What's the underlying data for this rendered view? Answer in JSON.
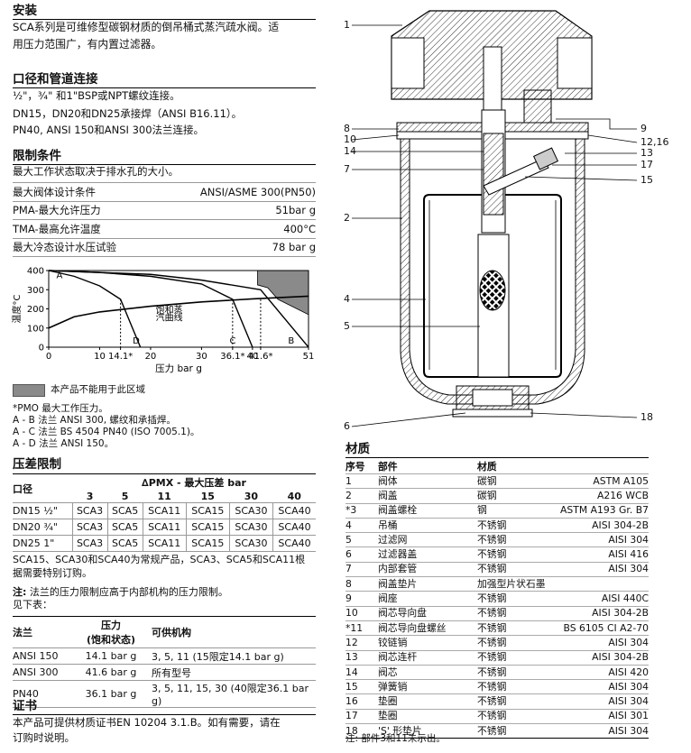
{
  "install": {
    "title": "安装",
    "line1": "SCA系列是可维修型碳钢材质的倒吊桶式蒸汽疏水阀。适",
    "line2": "用压力范围广，有内置过滤器。"
  },
  "connections": {
    "title": "口径和管道连接",
    "line1": "½\"，¾\" 和1\"BSP或NPT螺纹连接。",
    "line2": "DN15，DN20和DN25承接焊（ANSI B16.11）。",
    "line3": "PN40, ANSI 150和ANSI 300法兰连接。"
  },
  "limits": {
    "title": "限制条件",
    "subtitle": "最大工作状态取决于排水孔的大小。",
    "rows": [
      {
        "label": "最大阀体设计条件",
        "value": "ANSI/ASME 300(PN50)"
      },
      {
        "label": "PMA-最大允许压力",
        "value": "51bar g"
      },
      {
        "label": "TMA-最高允许温度",
        "value": "400°C"
      },
      {
        "label": "最大冷态设计水压试验",
        "value": "78 bar g"
      }
    ]
  },
  "chart_data": {
    "type": "line",
    "ylabel": "温度°C",
    "xlabel": "压力 bar g",
    "ylim": [
      0,
      400
    ],
    "xlim": [
      0,
      51
    ],
    "y_ticks": [
      "400",
      "300",
      "200",
      "100",
      "0"
    ],
    "x_ticks": [
      "0",
      "10",
      "14.1*",
      "20",
      "30",
      "36.1*",
      "40",
      "41.6*",
      "51"
    ],
    "region_letters": [
      "A",
      "B",
      "C",
      "D"
    ],
    "curve_label_1": "饱和蒸",
    "curve_label_2": "汽曲线",
    "series": [
      {
        "name": "饱和蒸汽曲线",
        "x": [
          0,
          5,
          10,
          20,
          30,
          40,
          51
        ],
        "y": [
          100,
          159,
          184,
          214,
          236,
          252,
          266
        ]
      }
    ],
    "limit_lines": {
      "A-D": {
        "x": [
          0,
          5,
          10,
          14.1,
          18
        ],
        "y": [
          400,
          370,
          320,
          250,
          0
        ]
      },
      "A-C": {
        "x": [
          0,
          10,
          20,
          30,
          36.1,
          40
        ],
        "y": [
          400,
          390,
          370,
          330,
          250,
          0
        ]
      },
      "A-B": {
        "x": [
          0,
          10,
          20,
          30,
          41.6,
          51
        ],
        "y": [
          400,
          390,
          380,
          350,
          300,
          0
        ]
      }
    },
    "grey_region_points": {
      "x": [
        41,
        43,
        45,
        51,
        51
      ],
      "y": [
        325,
        310,
        250,
        170,
        400
      ]
    }
  },
  "legend": {
    "grey_text": "本产品不能用于此区域"
  },
  "notes": {
    "pmo": "*PMO  最大工作压力。",
    "ab": "A - B   法兰 ANSI 300, 螺纹和承插焊。",
    "ac": "A - C   法兰 BS 4504 PN40 (ISO 7005.1)。",
    "ad": "A - D   法兰 ANSI 150。"
  },
  "pressure_diff": {
    "title": "压差限制",
    "header_group": "∆PMX - 最大压差 bar",
    "size_header": "口径",
    "columns": [
      "3",
      "5",
      "11",
      "15",
      "30",
      "40"
    ],
    "rows": [
      {
        "size": "DN15  ½\"",
        "cells": [
          "SCA3",
          "SCA5",
          "SCA11",
          "SCA15",
          "SCA30",
          "SCA40"
        ]
      },
      {
        "size": "DN20  ¾\"",
        "cells": [
          "SCA3",
          "SCA5",
          "SCA11",
          "SCA15",
          "SCA30",
          "SCA40"
        ]
      },
      {
        "size": "DN25   1\"",
        "cells": [
          "SCA3",
          "SCA5",
          "SCA11",
          "SCA15",
          "SCA30",
          "SCA40"
        ]
      }
    ],
    "note1": "SCA15、SCA30和SCA40为常规产品，SCA3、SCA5和SCA11根",
    "note2": "据需要特别订购。",
    "note3_bold": "注:",
    "note3": " 法兰的压力限制应高于内部机构的压力限制。",
    "note4": "见下表："
  },
  "flange_table": {
    "h1": "法兰",
    "h2a": "压力",
    "h2b": "(饱和状态)",
    "h3": "可供机构",
    "rows": [
      {
        "flange": "ANSI 150",
        "pressure": "14.1 bar g",
        "mech": "3, 5, 11 (15限定14.1 bar g)"
      },
      {
        "flange": "ANSI 300",
        "pressure": "41.6 bar g",
        "mech": "所有型号"
      },
      {
        "flange": "PN40",
        "pressure": "36.1 bar g",
        "mech": "3, 5, 11, 15, 30 (40限定36.1 bar g)"
      }
    ]
  },
  "certs": {
    "title": "证书",
    "line1": "本产品可提供材质证书EN 10204 3.1.B。如有需要，请在",
    "line2": "订购时说明。"
  },
  "drawing": {
    "callouts_left": [
      "1",
      "8",
      "10",
      "14",
      "7",
      "2",
      "4",
      "5",
      "6"
    ],
    "callouts_right": [
      "9",
      "12,16",
      "13",
      "17",
      "15",
      "18"
    ]
  },
  "materials": {
    "title": "材质",
    "headers": [
      "序号",
      "部件",
      "材质"
    ],
    "rows": [
      {
        "no": "1",
        "part": "阀体",
        "mat": "碳钢",
        "std": "ASTM A105"
      },
      {
        "no": "2",
        "part": "阀盖",
        "mat": "碳钢",
        "std": "A216 WCB"
      },
      {
        "no": "*3",
        "part": "阀盖螺栓",
        "mat": "钢",
        "std": "ASTM A193 Gr. B7"
      },
      {
        "no": "4",
        "part": "吊桶",
        "mat": "不锈钢",
        "std": "AISI 304-2B"
      },
      {
        "no": "5",
        "part": "过滤网",
        "mat": "不锈钢",
        "std": "AISI 304"
      },
      {
        "no": "6",
        "part": "过滤器盖",
        "mat": "不锈钢",
        "std": "AISI 416"
      },
      {
        "no": "7",
        "part": "内部套管",
        "mat": "不锈钢",
        "std": "AISI 304"
      },
      {
        "no": "8",
        "part": "阀盖垫片",
        "mat": "加强型片状石墨",
        "std": ""
      },
      {
        "no": "9",
        "part": "阀座",
        "mat": "不锈钢",
        "std": "AISI 440C"
      },
      {
        "no": "10",
        "part": "阀芯导向盘",
        "mat": "不锈钢",
        "std": "AISI 304-2B"
      },
      {
        "no": "*11",
        "part": "阀芯导向盘螺丝",
        "mat": "不锈钢",
        "std": "BS 6105 CI A2-70"
      },
      {
        "no": "12",
        "part": "铰链销",
        "mat": "不锈钢",
        "std": "AISI 304"
      },
      {
        "no": "13",
        "part": "阀芯连杆",
        "mat": "不锈钢",
        "std": "AISI 304-2B"
      },
      {
        "no": "14",
        "part": "阀芯",
        "mat": "不锈钢",
        "std": "AISI 420"
      },
      {
        "no": "15",
        "part": "弹簧销",
        "mat": "不锈钢",
        "std": "AISI 304"
      },
      {
        "no": "16",
        "part": "垫圈",
        "mat": "不锈钢",
        "std": "AISI 304"
      },
      {
        "no": "17",
        "part": "垫圈",
        "mat": "不锈钢",
        "std": "AISI 301"
      },
      {
        "no": "18",
        "part": "'S' 形垫片",
        "mat": "不锈钢",
        "std": "AISI 304"
      }
    ],
    "footnote": "注: 部件3和11未示出。"
  }
}
